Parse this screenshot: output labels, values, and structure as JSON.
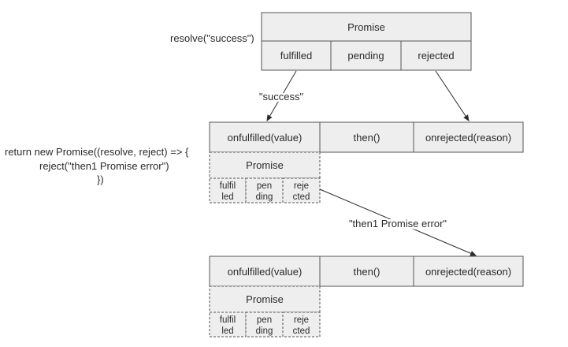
{
  "top_promise": {
    "title": "Promise",
    "states": [
      "fulfilled",
      "pending",
      "rejected"
    ],
    "resolve_call": "resolve(\"success\")"
  },
  "edge_success": "\"success\"",
  "then1": {
    "cells": [
      "onfulfilled(value)",
      "then()",
      "onrejected(reason)"
    ],
    "inner_promise": {
      "title": "Promise",
      "states": [
        [
          "fulfil",
          "led"
        ],
        [
          "pen",
          "ding"
        ],
        [
          "reje",
          "cted"
        ]
      ]
    }
  },
  "code_snippet": [
    "return new Promise((resolve, reject) => {",
    "reject(\"then1 Promise error\")",
    "})"
  ],
  "edge_error": "\"then1 Promise error\"",
  "then2": {
    "cells": [
      "onfulfilled(value)",
      "then()",
      "onrejected(reason)"
    ],
    "inner_promise": {
      "title": "Promise",
      "states": [
        [
          "fulfil",
          "led"
        ],
        [
          "pen",
          "ding"
        ],
        [
          "reje",
          "cted"
        ]
      ]
    }
  }
}
